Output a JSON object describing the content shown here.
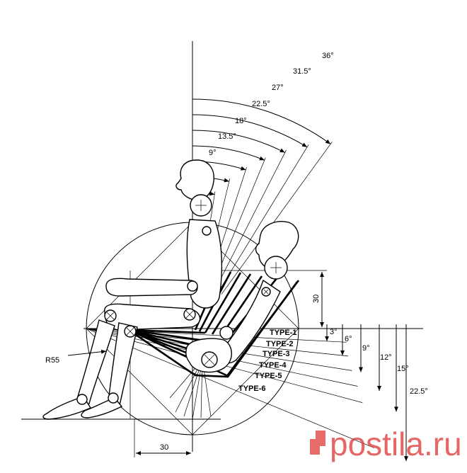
{
  "back_angles": [
    "9°",
    "13.5°",
    "18°",
    "22.5°",
    "27°",
    "31.5°",
    "36°"
  ],
  "seat_types": [
    "TYPE-1",
    "TYPE-2",
    "TYPE-3",
    "TYPE-4",
    "TYPE-5",
    "TYPE-6"
  ],
  "seat_angles": [
    "3°",
    "6°",
    "9°",
    "12°",
    "15°",
    "22.5°"
  ],
  "dimensions": {
    "radius": "R55",
    "height": "30",
    "bottom": "30"
  },
  "watermark": "postila.ru",
  "colors": {
    "line": "#000000",
    "watermark": "#e03a3a"
  }
}
